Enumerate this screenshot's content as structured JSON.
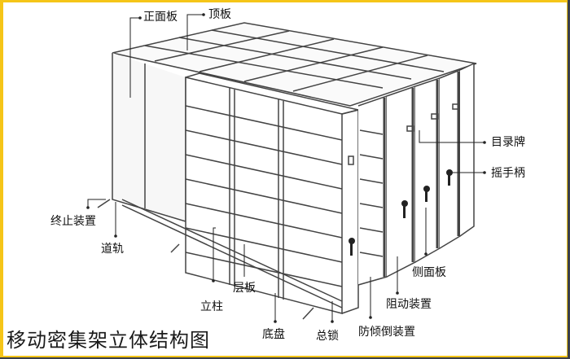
{
  "title": "移动密集架立体结构图",
  "labels": {
    "front_panel": "正面板",
    "top_panel": "顶板",
    "directory_plate": "目录牌",
    "hand_crank": "摇手柄",
    "end_stop": "终止装置",
    "rail": "道轨",
    "side_panel": "侧面板",
    "upright": "立柱",
    "shelf": "层板",
    "damping_device": "阻动装置",
    "base": "底盘",
    "master_lock": "总锁",
    "anti_tip_device": "防倾倒装置"
  },
  "colors": {
    "border": "#f5c518",
    "line": "#333333",
    "text": "#111111"
  }
}
